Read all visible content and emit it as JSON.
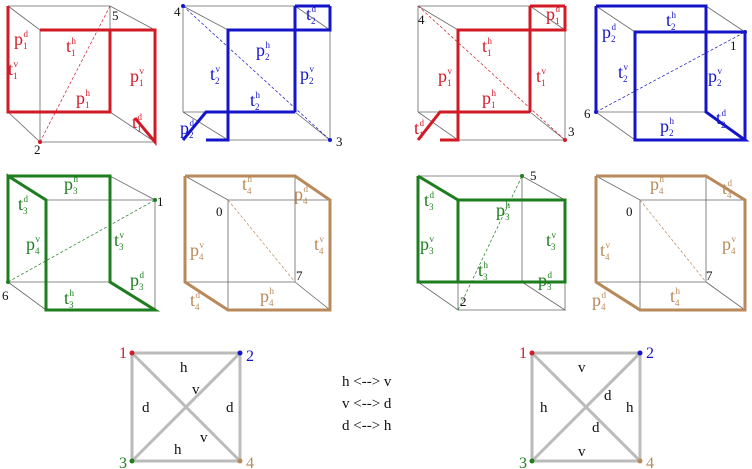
{
  "colors": {
    "red": "#d21a26",
    "blue": "#1414c8",
    "green": "#1e7d1e",
    "tan": "#b8895a",
    "gray": "#555555",
    "lightgray": "#bbbbbb",
    "black": "#111111"
  },
  "cubes": [
    {
      "color": "red",
      "labels": [
        "p",
        "1",
        "d",
        "t",
        "1",
        "v",
        "t",
        "1",
        "h",
        "p",
        "1",
        "h",
        "p",
        "1",
        "v",
        "t",
        "1",
        "d"
      ],
      "vertex_labels": [
        "5",
        "2"
      ]
    },
    {
      "color": "blue",
      "labels": [
        "t",
        "2",
        "d",
        "p",
        "2",
        "h",
        "t",
        "2",
        "v",
        "p",
        "2",
        "v",
        "t",
        "2",
        "h",
        "p",
        "2",
        "d"
      ],
      "vertex_labels": [
        "4",
        "3"
      ]
    },
    {
      "color": "red",
      "labels": [
        "p",
        "1",
        "d",
        "t",
        "1",
        "h",
        "p",
        "1",
        "v",
        "t",
        "1",
        "v",
        "p",
        "1",
        "h",
        "t",
        "1",
        "d"
      ],
      "vertex_labels": [
        "4",
        "3"
      ]
    },
    {
      "color": "blue",
      "labels": [
        "p",
        "2",
        "d",
        "t",
        "2",
        "h",
        "t",
        "2",
        "v",
        "p",
        "2",
        "v",
        "p",
        "2",
        "h",
        "t",
        "2",
        "d"
      ],
      "vertex_labels": [
        "1",
        "6"
      ]
    },
    {
      "color": "green",
      "labels": [
        "p",
        "3",
        "h",
        "t",
        "3",
        "d",
        "p",
        "4",
        "v",
        "t",
        "3",
        "v",
        "p",
        "3",
        "d",
        "t",
        "3",
        "h"
      ],
      "vertex_labels": [
        "1",
        "6"
      ]
    },
    {
      "color": "tan",
      "labels": [
        "t",
        "4",
        "h",
        "p",
        "4",
        "d",
        "p",
        "4",
        "v",
        "t",
        "4",
        "v",
        "t",
        "4",
        "d",
        "p",
        "4",
        "h"
      ],
      "vertex_labels": [
        "0",
        "7"
      ]
    },
    {
      "color": "green",
      "labels": [
        "t",
        "3",
        "d",
        "p",
        "3",
        "h",
        "p",
        "3",
        "v",
        "t",
        "3",
        "v",
        "t",
        "3",
        "h",
        "p",
        "3",
        "d"
      ],
      "vertex_labels": [
        "5",
        "2"
      ]
    },
    {
      "color": "tan",
      "labels": [
        "p",
        "4",
        "h",
        "t",
        "4",
        "d",
        "t",
        "4",
        "v",
        "p",
        "4",
        "v",
        "p",
        "4",
        "d",
        "t",
        "4",
        "h"
      ],
      "vertex_labels": [
        "0",
        "7"
      ]
    }
  ],
  "squares": [
    {
      "corners": [
        "1",
        "2",
        "3",
        "4"
      ],
      "edges": [
        "h",
        "v",
        "d",
        "d",
        "v",
        "h"
      ]
    },
    {
      "corners": [
        "1",
        "2",
        "3",
        "4"
      ],
      "edges": [
        "v",
        "h",
        "d",
        "h",
        "d",
        "v"
      ]
    }
  ],
  "mapping": [
    {
      "from": "h",
      "arrow": "<-->",
      "to": "v"
    },
    {
      "from": "v",
      "arrow": "<-->",
      "to": "d"
    },
    {
      "from": "d",
      "arrow": "<-->",
      "to": "h"
    }
  ]
}
